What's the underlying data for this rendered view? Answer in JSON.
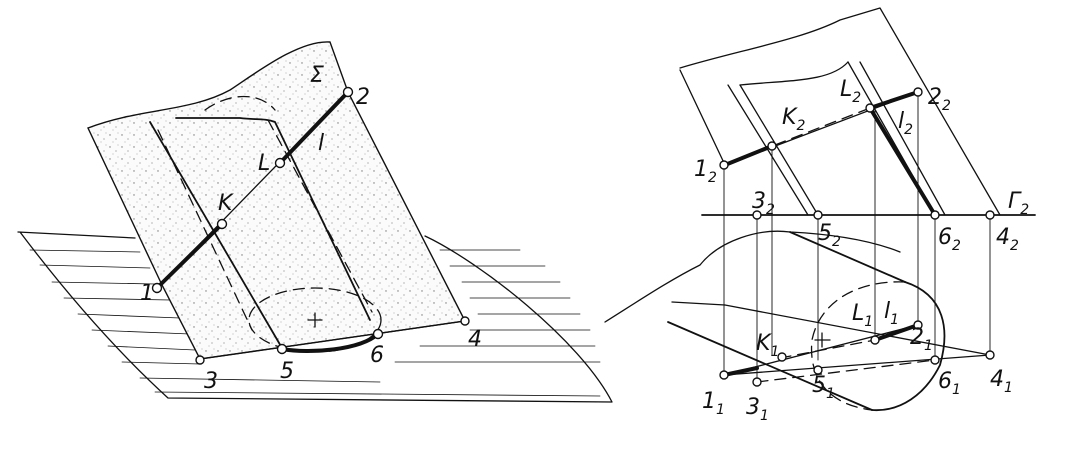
{
  "left": {
    "plane_label": "Σ",
    "points": [
      "1",
      "2",
      "3",
      "4",
      "5",
      "6",
      "K",
      "L"
    ],
    "line_label": "l"
  },
  "right": {
    "gamma": {
      "base": "Γ",
      "sub": "2"
    },
    "front": [
      {
        "base": "1",
        "sub": "2"
      },
      {
        "base": "2",
        "sub": "2"
      },
      {
        "base": "3",
        "sub": "2"
      },
      {
        "base": "4",
        "sub": "2"
      },
      {
        "base": "5",
        "sub": "2"
      },
      {
        "base": "6",
        "sub": "2"
      },
      {
        "base": "K",
        "sub": "2"
      },
      {
        "base": "L",
        "sub": "2"
      },
      {
        "base": "l",
        "sub": "2"
      }
    ],
    "top": [
      {
        "base": "1",
        "sub": "1"
      },
      {
        "base": "2",
        "sub": "1"
      },
      {
        "base": "3",
        "sub": "1"
      },
      {
        "base": "4",
        "sub": "1"
      },
      {
        "base": "5",
        "sub": "1"
      },
      {
        "base": "6",
        "sub": "1"
      },
      {
        "base": "K",
        "sub": "1"
      },
      {
        "base": "L",
        "sub": "1"
      },
      {
        "base": "l",
        "sub": "1"
      }
    ]
  }
}
